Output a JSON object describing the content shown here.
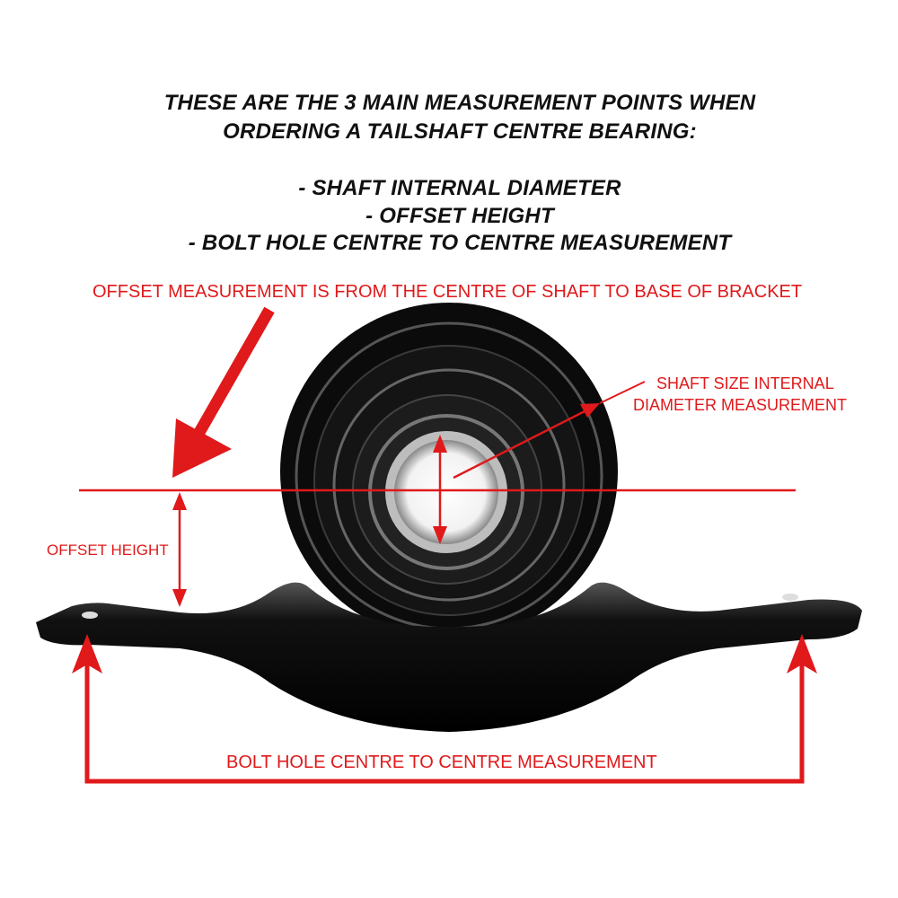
{
  "heading": {
    "line1": "THESE ARE THE 3 MAIN MEASUREMENT POINTS WHEN",
    "line2": "ORDERING A TAILSHAFT CENTRE BEARING:",
    "points": [
      "- SHAFT INTERNAL DIAMETER",
      "- OFFSET HEIGHT",
      "- BOLT HOLE CENTRE TO CENTRE MEASUREMENT"
    ]
  },
  "annotations": {
    "offset_note": "OFFSET MEASUREMENT IS FROM THE CENTRE OF SHAFT TO BASE OF BRACKET",
    "shaft_line1": "SHAFT SIZE INTERNAL",
    "shaft_line2": "DIAMETER MEASUREMENT",
    "offset_height": "OFFSET HEIGHT",
    "bolt_hole": "BOLT HOLE CENTRE TO CENTRE MEASUREMENT"
  },
  "colors": {
    "annotation": "#e0191b",
    "part": "#0c0c0c",
    "text": "#111111"
  }
}
